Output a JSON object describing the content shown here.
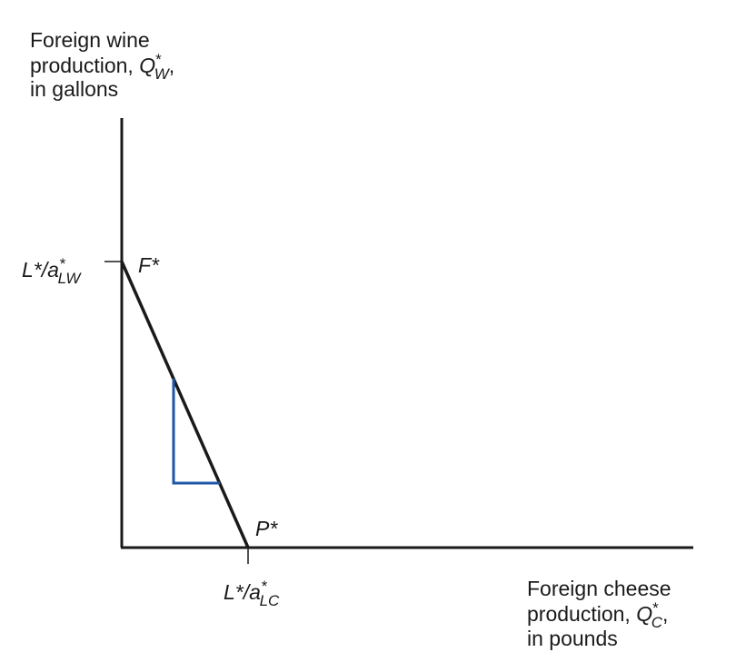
{
  "y_axis_label": {
    "line1": "Foreign wine",
    "line2_prefix": "production, ",
    "var": "Q",
    "sup": "*",
    "sub": "W",
    "suffix": ",",
    "line3": "in gallons"
  },
  "x_axis_label": {
    "line1": "Foreign cheese",
    "line2_prefix": "production, ",
    "var": "Q",
    "sup": "*",
    "sub": "C",
    "suffix": ",",
    "line3": "in pounds"
  },
  "y_intercept_label": {
    "num": "L*/a",
    "sup": "*",
    "sub": "LW"
  },
  "x_intercept_label": {
    "num": "L*/a",
    "sup": "*",
    "sub": "LC"
  },
  "point_F": "F*",
  "point_P": "P*",
  "colors": {
    "frontier": "#1a1a1a",
    "slope_triangle": "#1f57a8",
    "axes": "#1a1a1a"
  }
}
